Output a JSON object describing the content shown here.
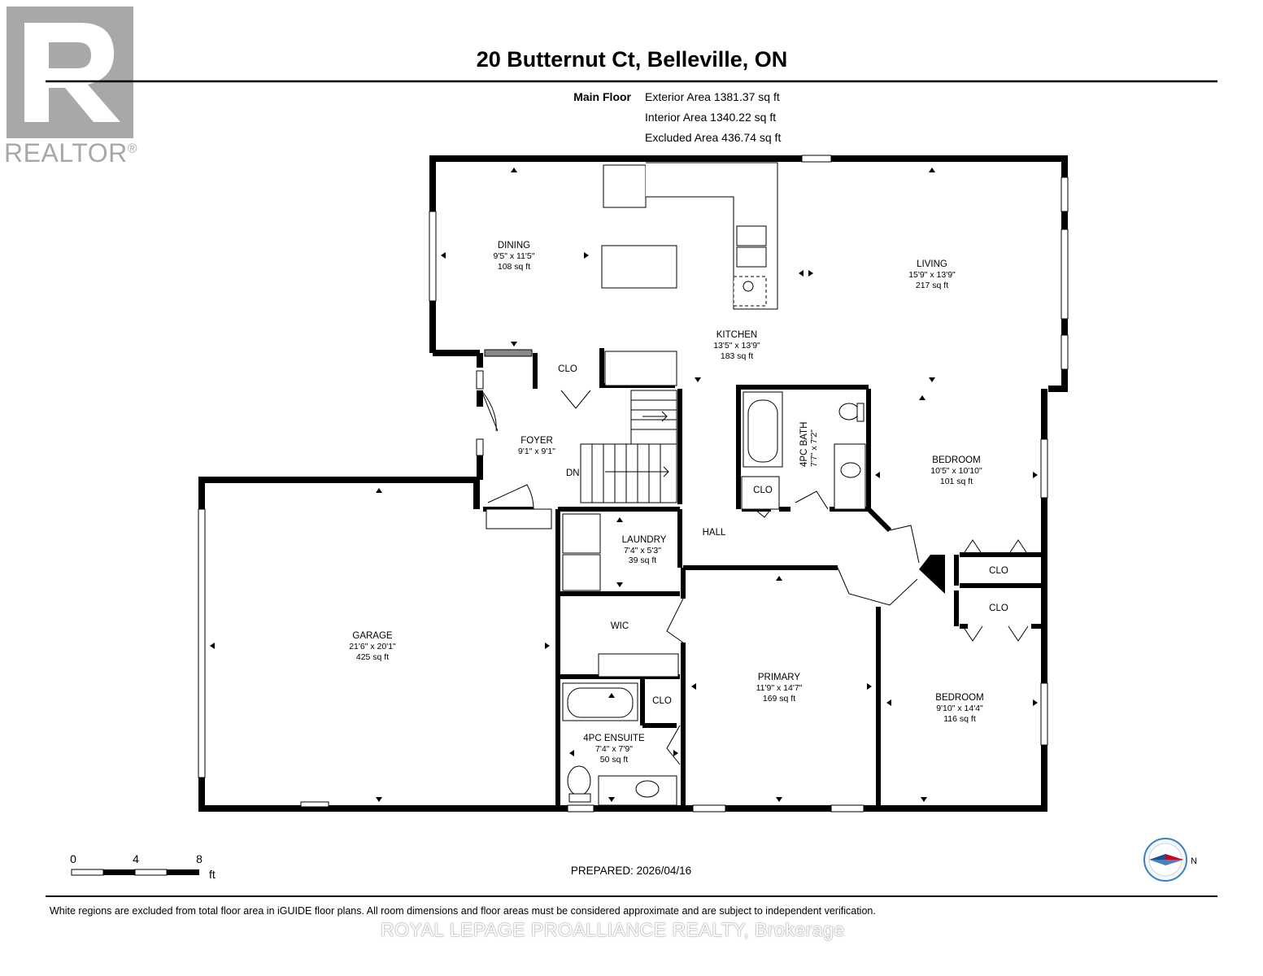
{
  "title": "20 Butternut Ct, Belleville, ON",
  "logo": {
    "wordmark": "REALTOR",
    "registered": "®",
    "color": "#a8a8a8"
  },
  "floor": {
    "label": "Main Floor",
    "exterior_area": "Exterior Area 1381.37 sq ft",
    "interior_area": "Interior Area 1340.22 sq ft",
    "excluded_area": "Excluded Area 436.74 sq ft"
  },
  "rooms": {
    "dining": {
      "name": "DINING",
      "dims": "9'5\" x 11'5\"",
      "area": "108 sq ft"
    },
    "living": {
      "name": "LIVING",
      "dims": "15'9\" x 13'9\"",
      "area": "217 sq ft"
    },
    "kitchen": {
      "name": "KITCHEN",
      "dims": "13'5\" x 13'9\"",
      "area": "183 sq ft"
    },
    "foyer": {
      "name": "FOYER",
      "dims": "9'1\" x 9'1\""
    },
    "bath": {
      "name": "4PC BATH",
      "dims": "7'7\" x 7'2\""
    },
    "bedroom1": {
      "name": "BEDROOM",
      "dims": "10'5\" x 10'10\"",
      "area": "101 sq ft"
    },
    "laundry": {
      "name": "LAUNDRY",
      "dims": "7'4\" x 5'3\"",
      "area": "39 sq ft"
    },
    "hall": {
      "name": "HALL"
    },
    "garage": {
      "name": "GARAGE",
      "dims": "21'6\" x 20'1\"",
      "area": "425 sq ft"
    },
    "wic": {
      "name": "WIC"
    },
    "primary": {
      "name": "PRIMARY",
      "dims": "11'9\" x 14'7\"",
      "area": "169 sq ft"
    },
    "bedroom2": {
      "name": "BEDROOM",
      "dims": "9'10\" x 14'4\"",
      "area": "116 sq ft"
    },
    "ensuite": {
      "name": "4PC ENSUITE",
      "dims": "7'4\" x 7'9\"",
      "area": "50 sq ft"
    }
  },
  "closets": {
    "clo_label": "CLO"
  },
  "stairs": {
    "label": "DN"
  },
  "scale": {
    "ticks": [
      "0",
      "4",
      "8"
    ],
    "unit": "ft"
  },
  "prepared": "PREPARED: 2026/04/16",
  "compass": {
    "label": "N",
    "needle_color": "#d0021b",
    "ring_color": "#3b82c4"
  },
  "disclaimer": "White regions are excluded from total floor area in iGUIDE floor plans. All room dimensions and floor areas must be considered approximate and are subject to independent verification.",
  "brokerage": "ROYAL LEPAGE PROALLIANCE REALTY, Brokerage"
}
